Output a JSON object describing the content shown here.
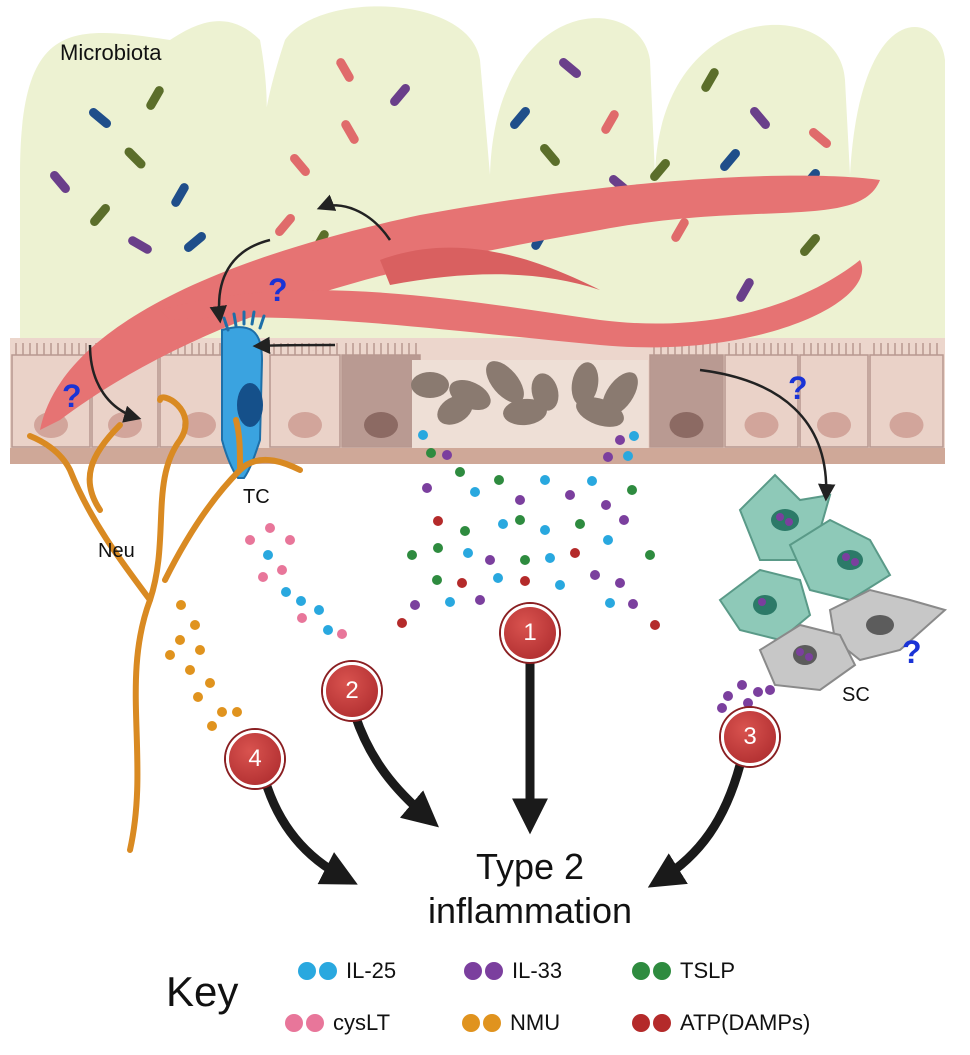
{
  "labels": {
    "microbiota": "Microbiota",
    "tc": "TC",
    "neu": "Neu",
    "sc": "SC",
    "outcome_line1": "Type 2",
    "outcome_line2": "inflammation",
    "question": "?"
  },
  "pathways": [
    {
      "number": "1",
      "source": "epithelial damage"
    },
    {
      "number": "2",
      "source": "TC"
    },
    {
      "number": "3",
      "source": "SC"
    },
    {
      "number": "4",
      "source": "Neu"
    }
  ],
  "key": {
    "title": "Key",
    "items": [
      {
        "label": "IL-25",
        "color": "#29a8df"
      },
      {
        "label": "IL-33",
        "color": "#7b3f9e"
      },
      {
        "label": "TSLP",
        "color": "#2e8b3f"
      },
      {
        "label": "cysLT",
        "color": "#e8769a"
      },
      {
        "label": "NMU",
        "color": "#e0931e"
      },
      {
        "label": "ATP(DAMPs)",
        "color": "#b42a2a"
      }
    ]
  },
  "colors": {
    "lumen": "#edf2d2",
    "epithelium": "#ecd6cc",
    "basement": "#cfa898",
    "helminth": "#e67373",
    "tuft_cell": "#3aa3e0",
    "neuron": "#d98a22",
    "stromal_active": "#8ec9b8",
    "stromal_inactive": "#c7c7c7",
    "badge": "#c0392b",
    "question": "#1a33d6"
  }
}
